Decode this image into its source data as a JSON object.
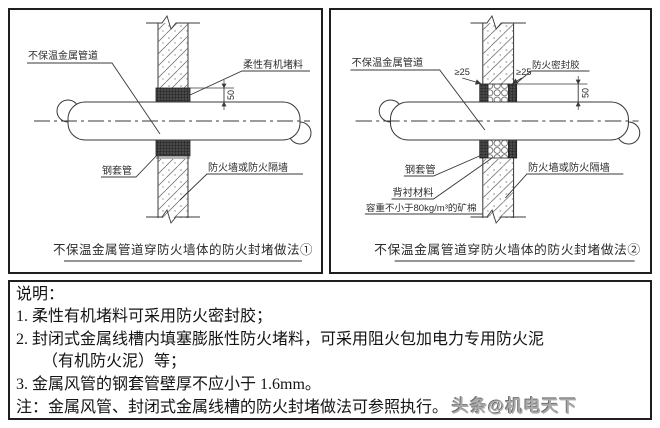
{
  "window": {
    "bg": "#ffffff",
    "border_color": "#1f1f1f",
    "line_color": "#3a3a3a"
  },
  "diagrams": [
    {
      "caption": "不保温金属管道穿防火墙体的防火封堵做法①",
      "labels": {
        "pipe": "不保温金属管道",
        "seal": "柔性有机堵料",
        "sleeve": "钢套管",
        "wall": "防火墙或防火隔墙",
        "dim_depth": "50"
      }
    },
    {
      "caption": "不保温金属管道穿防火墙体的防火封堵做法②",
      "labels": {
        "pipe": "不保温金属管道",
        "seal": "防火密封胶",
        "sleeve": "钢套管",
        "backing": "背衬材料",
        "backing_spec": "容重不小于80kg/m³的矿棉",
        "wall": "防火墙或防火隔墙",
        "dim_depth": "50",
        "dim_left": "≥25",
        "dim_right": "≥25"
      }
    }
  ],
  "notes": {
    "heading": "说明：",
    "items": [
      "1. 柔性有机堵料可采用防火密封胶；",
      "2. 封闭式金属线槽内填塞膨胀性防火堵料，可采用阻火包加电力专用防火泥",
      "（有机防火泥）等；",
      "3. 金属风管的钢套管壁厚不应小于 1.6mm。"
    ],
    "footnote": "注：金属风管、封闭式金属线槽的防火封堵做法可参照执行。",
    "watermark": "头条@机电天下"
  }
}
